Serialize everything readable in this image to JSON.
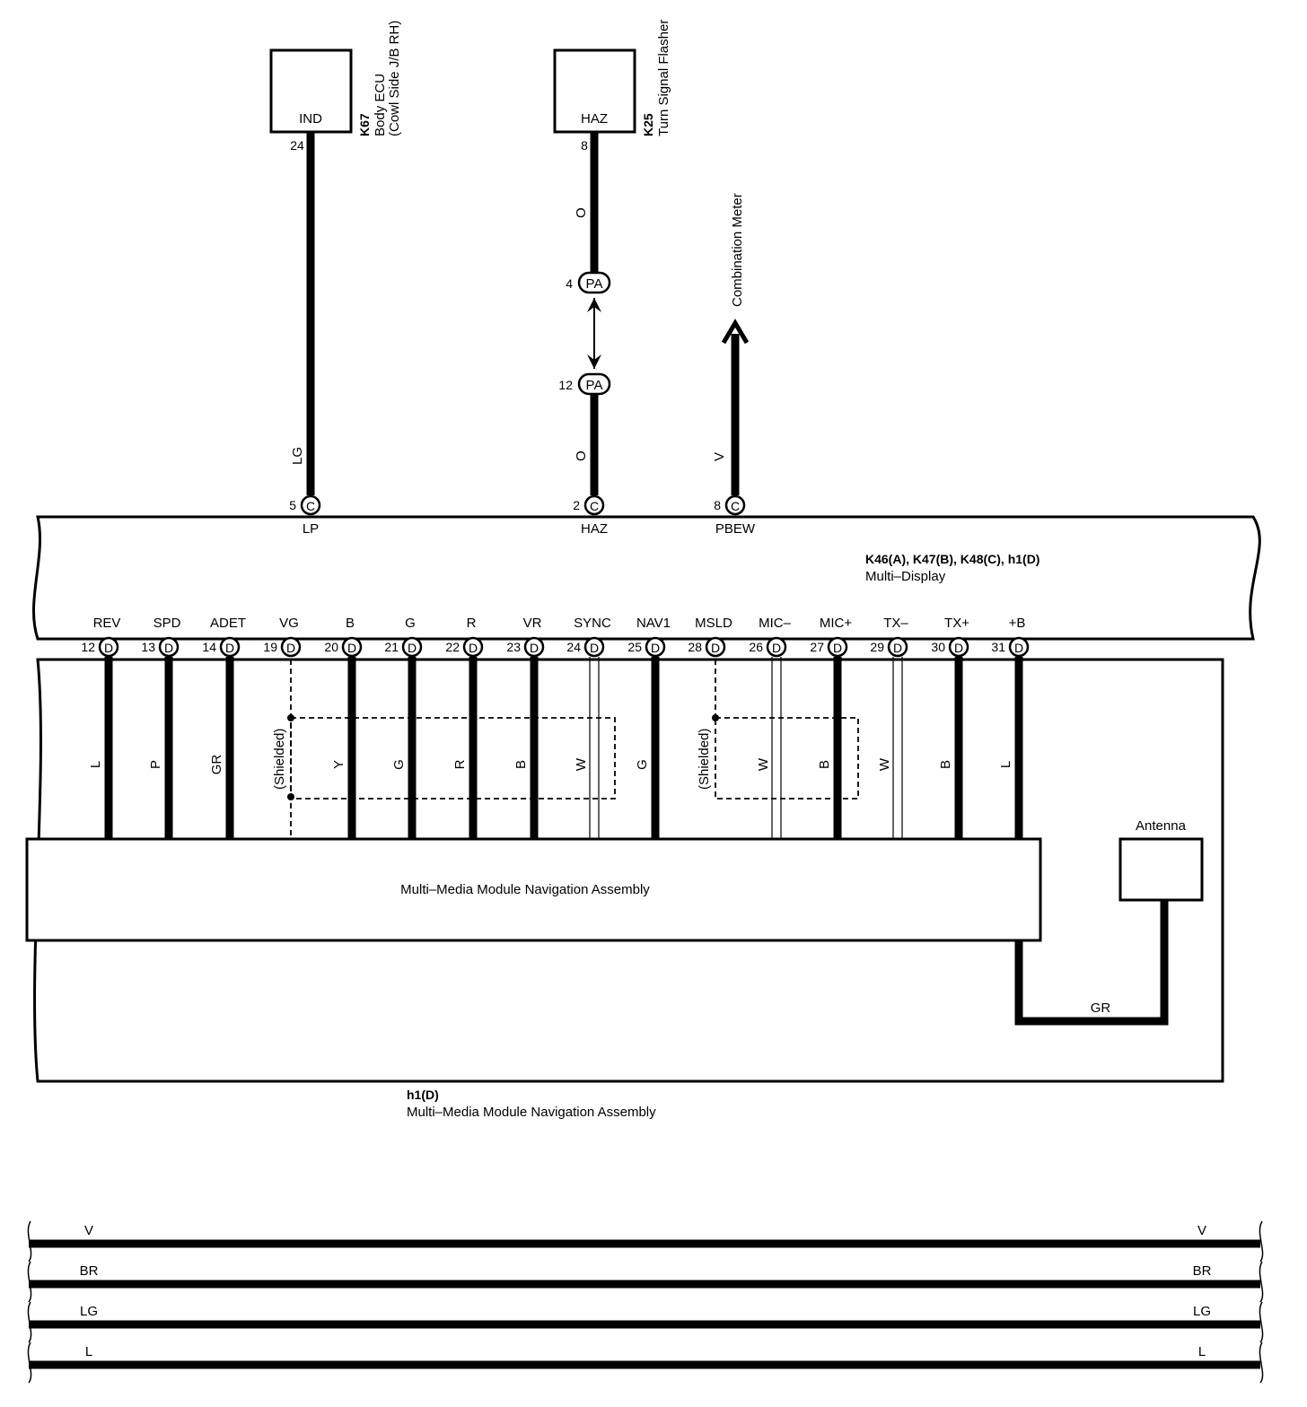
{
  "components": {
    "k67": {
      "pin_label": "IND",
      "pin_no": "24",
      "code": "K67",
      "name": "Body ECU",
      "location": "(Cowl Side J/B RH)"
    },
    "k25": {
      "pin_label": "HAZ",
      "pin_no": "8",
      "code": "K25",
      "name": "Turn Signal Flasher"
    },
    "combination_meter": "Combination Meter",
    "multi_display": {
      "codes": "K46(A), K47(B), K48(C), h1(D)",
      "name": "Multi–Display"
    },
    "nav_assembly_inner": "Multi–Media Module Navigation Assembly",
    "h1": {
      "code": "h1(D)",
      "name": "Multi–Media Module Navigation Assembly"
    },
    "antenna": "Antenna"
  },
  "top_wires": {
    "lg": "LG",
    "o_upper": "O",
    "o_lower": "O",
    "v": "V",
    "pa_upper": {
      "pin": "4",
      "connector": "PA"
    },
    "pa_lower": {
      "pin": "12",
      "connector": "PA"
    }
  },
  "c_pins": [
    {
      "pin": "5",
      "connector": "C",
      "signal": "LP"
    },
    {
      "pin": "2",
      "connector": "C",
      "signal": "HAZ"
    },
    {
      "pin": "8",
      "connector": "C",
      "signal": "PBEW"
    }
  ],
  "d_pins": [
    {
      "pin": "12",
      "connector": "D",
      "signal": "REV",
      "wire": "L"
    },
    {
      "pin": "13",
      "connector": "D",
      "signal": "SPD",
      "wire": "P"
    },
    {
      "pin": "14",
      "connector": "D",
      "signal": "ADET",
      "wire": "GR"
    },
    {
      "pin": "19",
      "connector": "D",
      "signal": "VG",
      "wire": ""
    },
    {
      "pin": "20",
      "connector": "D",
      "signal": "B",
      "wire": "Y"
    },
    {
      "pin": "21",
      "connector": "D",
      "signal": "G",
      "wire": "G"
    },
    {
      "pin": "22",
      "connector": "D",
      "signal": "R",
      "wire": "R"
    },
    {
      "pin": "23",
      "connector": "D",
      "signal": "VR",
      "wire": "B"
    },
    {
      "pin": "24",
      "connector": "D",
      "signal": "SYNC",
      "wire": "W"
    },
    {
      "pin": "25",
      "connector": "D",
      "signal": "NAV1",
      "wire": "G"
    },
    {
      "pin": "28",
      "connector": "D",
      "signal": "MSLD",
      "wire": ""
    },
    {
      "pin": "26",
      "connector": "D",
      "signal": "MIC–",
      "wire": "W"
    },
    {
      "pin": "27",
      "connector": "D",
      "signal": "MIC+",
      "wire": "B"
    },
    {
      "pin": "29",
      "connector": "D",
      "signal": "TX–",
      "wire": "W"
    },
    {
      "pin": "30",
      "connector": "D",
      "signal": "TX+",
      "wire": "B"
    },
    {
      "pin": "31",
      "connector": "D",
      "signal": "+B",
      "wire": "L"
    }
  ],
  "shield_labels": [
    "(Shielded)",
    "(Shielded)"
  ],
  "antenna_wire": "GR",
  "bus_lines": [
    {
      "left": "V",
      "right": "V"
    },
    {
      "left": "BR",
      "right": "BR"
    },
    {
      "left": "LG",
      "right": "LG"
    },
    {
      "left": "L",
      "right": "L"
    }
  ]
}
